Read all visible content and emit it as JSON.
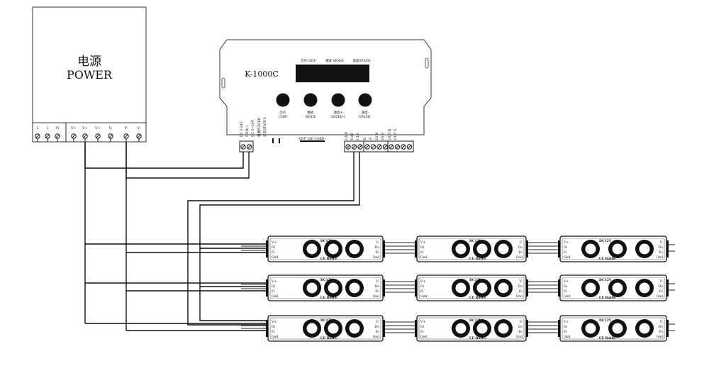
{
  "power_supply": {
    "title_cn": "电源",
    "title_en": "POWER",
    "terminals": [
      "L",
      "⏚",
      "N",
      "V+",
      "V+",
      "V+",
      "V-",
      "V-",
      "V-"
    ]
  },
  "controller": {
    "model": "K-1000C",
    "display_labels": [
      "芯片CHIP",
      "模式 MODE",
      "速度SPEED"
    ],
    "buttons": [
      {
        "cn": "芯片",
        "en": "CHIP"
      },
      {
        "cn": "模式",
        "en": "MODE"
      },
      {
        "cn": "速度+",
        "en": "SPEED+"
      },
      {
        "cn": "速度-",
        "en": "SPEED-"
      }
    ],
    "power_input_labels": [
      "DC 5-24V",
      "GND(-)",
      "DC 5~24V"
    ],
    "status_labels": [
      "电源POWER",
      "状态STATUS"
    ],
    "sd_label": "SD卡 (SD CARD)",
    "output_labels": [
      "GND",
      "DAT",
      "CLK",
      "B",
      "A",
      "IN B",
      "IN A",
      "OUT B",
      "OUT A"
    ]
  },
  "led_module": {
    "voltage": "DC12V",
    "cert": "CE RoHS",
    "pins_left": [
      "V+",
      "Di",
      "Fi",
      "Gnd"
    ],
    "pins_right": [
      "V-",
      "Do",
      "Fo",
      "Gnd"
    ]
  },
  "led_grid": {
    "rows": 3,
    "cols": 3
  }
}
